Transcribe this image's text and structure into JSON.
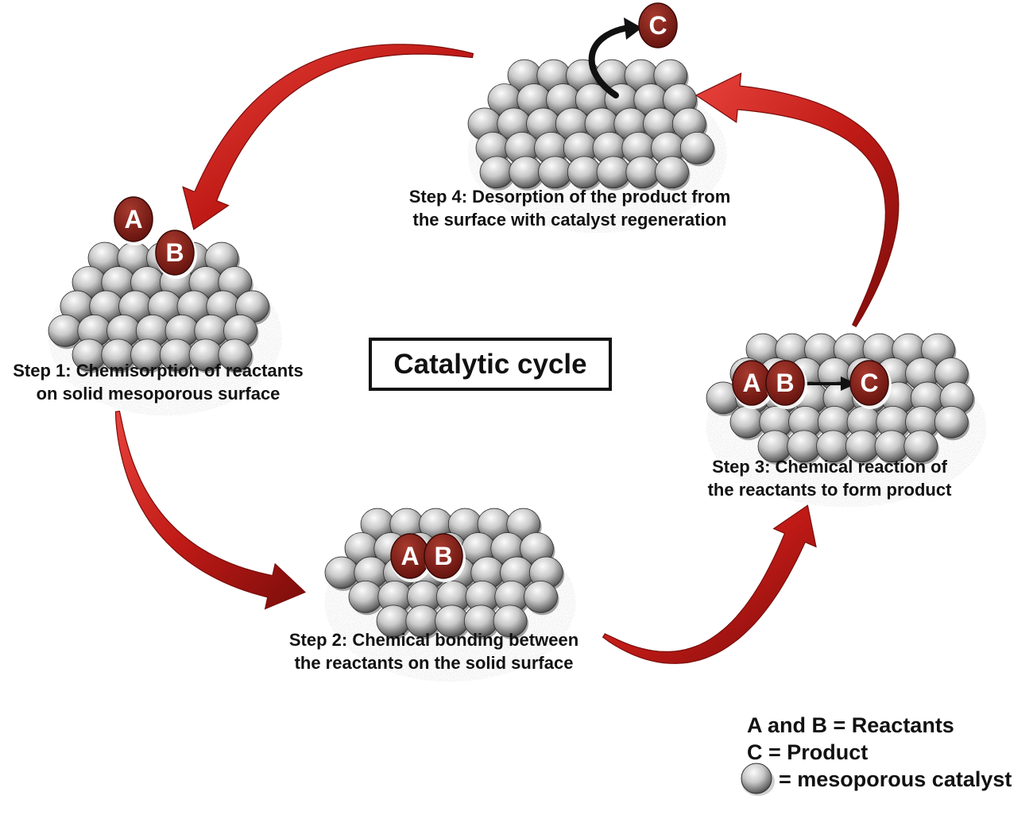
{
  "diagram": {
    "center_label": "Catalytic cycle",
    "steps": [
      {
        "id": "step1",
        "lines": [
          "Step 1: Chemisorption of reactants",
          "on solid mesoporous surface"
        ],
        "molecules": [
          "A",
          "B"
        ]
      },
      {
        "id": "step2",
        "lines": [
          "Step 2: Chemical bonding between",
          "the reactants on the solid surface"
        ],
        "molecules": [
          "A",
          "B"
        ]
      },
      {
        "id": "step3",
        "lines": [
          "Step 3: Chemical reaction of",
          "the reactants to form product"
        ],
        "molecules": [
          "A",
          "B",
          "C"
        ]
      },
      {
        "id": "step4",
        "lines": [
          "Step 4: Desorption of the product from",
          "the surface with catalyst regeneration"
        ],
        "molecules": [
          "C"
        ]
      }
    ],
    "legend": {
      "reactants": "A and B = Reactants",
      "product": "C = Product",
      "catalyst": "= mesoporous catalyst"
    },
    "colors": {
      "arrow": "#c8211e",
      "arrow_dark": "#7a0d0b",
      "molecule": "#8b1a14",
      "sphere_light": "#f2f2f2",
      "sphere_dark": "#4a4a4a"
    }
  }
}
